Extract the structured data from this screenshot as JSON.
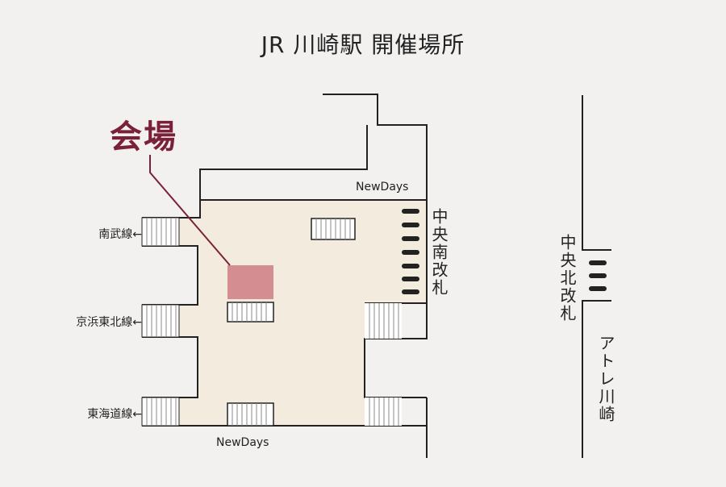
{
  "title": "JR 川崎駅 開催場所",
  "venue_label": "会場",
  "shops": {
    "top": "NewDays",
    "bottom": "NewDays"
  },
  "gates": {
    "south": "中央南改札",
    "north": "中央北改札"
  },
  "lines": [
    {
      "label": "南武線←"
    },
    {
      "label": "京浜東北線←"
    },
    {
      "label": "東海道線←"
    }
  ],
  "building": "アトレ川崎",
  "colors": {
    "background": "#f2f1f0",
    "concourse": "#f3ebdd",
    "venue_fill": "#d48d91",
    "accent": "#7a2139",
    "walls": "#222222"
  }
}
